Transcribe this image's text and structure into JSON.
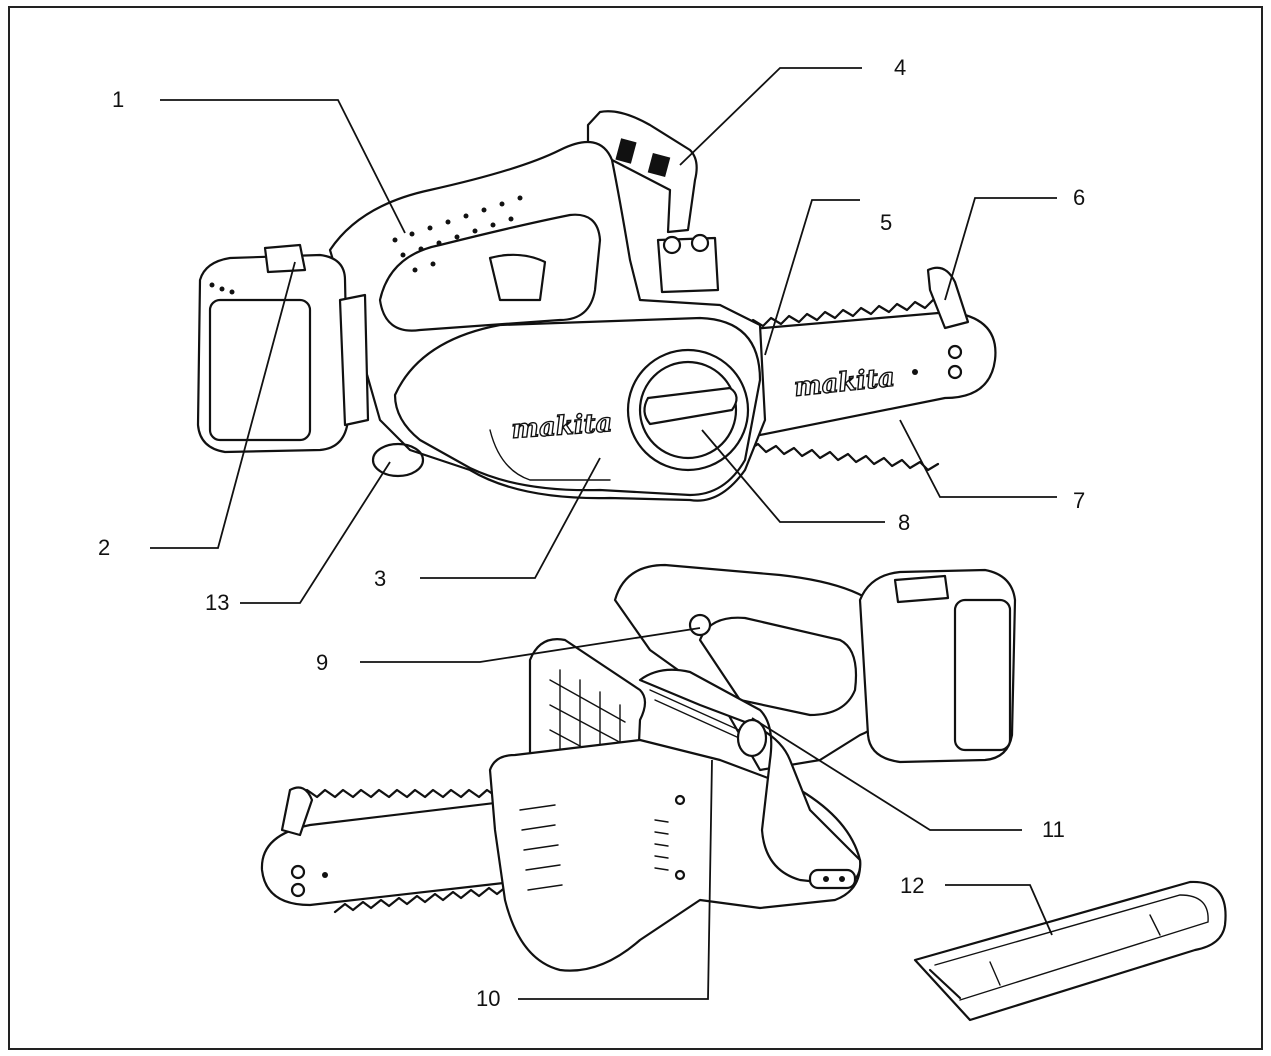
{
  "brand_text": "makita",
  "callouts": [
    {
      "id": "1",
      "label": "1"
    },
    {
      "id": "2",
      "label": "2"
    },
    {
      "id": "3",
      "label": "3"
    },
    {
      "id": "4",
      "label": "4"
    },
    {
      "id": "5",
      "label": "5"
    },
    {
      "id": "6",
      "label": "6"
    },
    {
      "id": "7",
      "label": "7"
    },
    {
      "id": "8",
      "label": "8"
    },
    {
      "id": "9",
      "label": "9"
    },
    {
      "id": "10",
      "label": "10"
    },
    {
      "id": "11",
      "label": "11"
    },
    {
      "id": "12",
      "label": "12"
    },
    {
      "id": "13",
      "label": "13"
    }
  ]
}
